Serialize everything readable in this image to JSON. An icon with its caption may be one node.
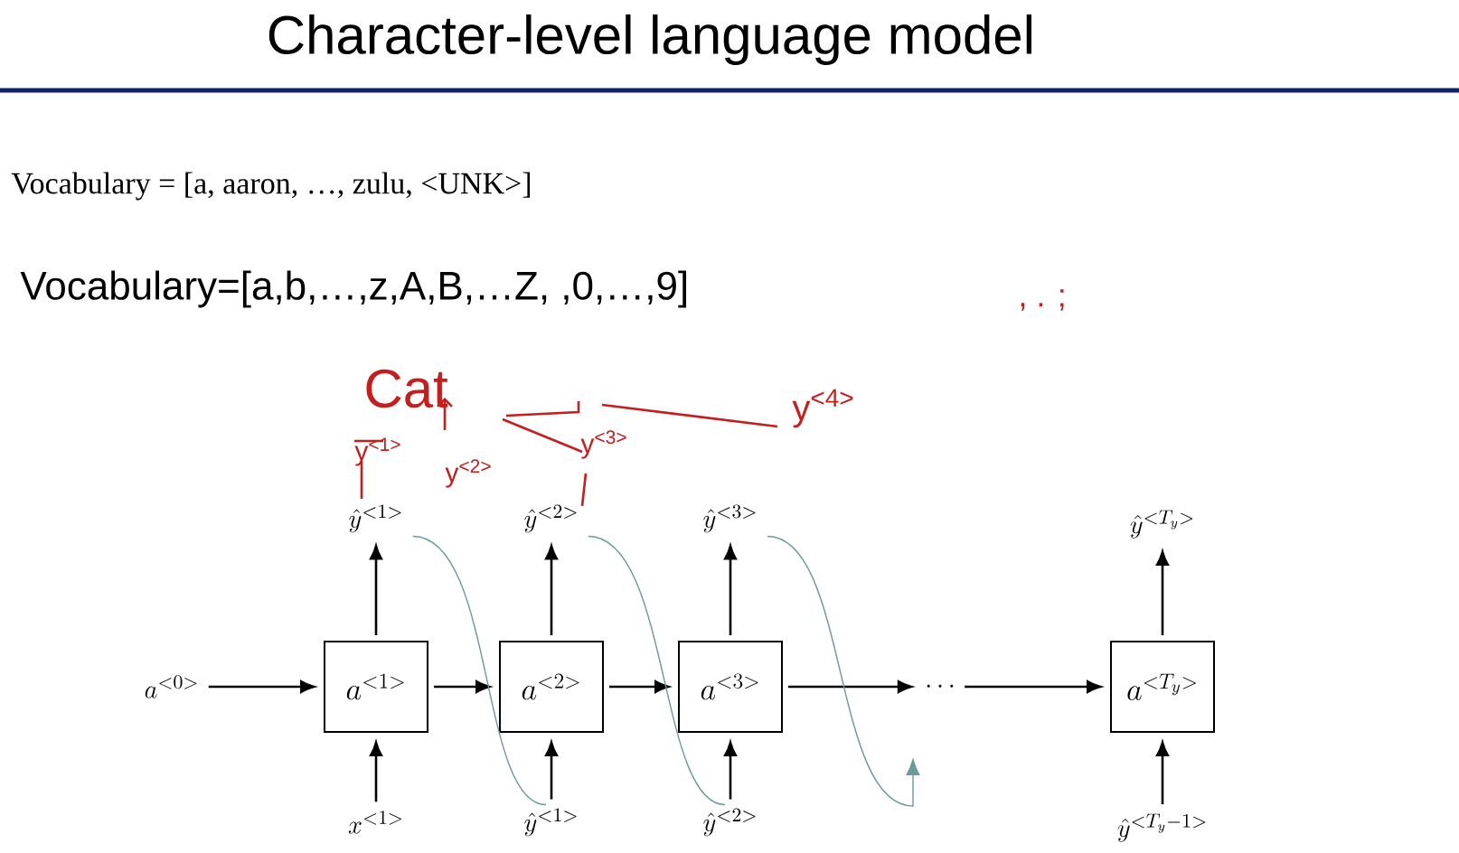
{
  "diagram": {
    "title": "Character-level language model",
    "nodes": [
      {
        "text": [
          "a^{<0>}"
        ]
      },
      {
        "text": [
          "a^{<1>}"
        ]
      },
      {
        "text": [
          "a^{<2>}"
        ]
      },
      {
        "text": [
          "a^{<3>}"
        ]
      },
      {
        "text": [
          "\\cdots"
        ]
      },
      {
        "text": [
          "a^{<T_y>}"
        ]
      },
      {
        "text": [
          "\\hat{y}^{<1>}"
        ]
      },
      {
        "text": [
          "\\hat{y}^{<2>}"
        ]
      },
      {
        "text": [
          "\\hat{y}^{<3>}"
        ]
      },
      {
        "text": [
          "\\hat{y}^{<T_y>}"
        ]
      },
      {
        "text": [
          "x^{<1>}"
        ]
      },
      {
        "text": [
          "\\hat{y}^{<1>}"
        ]
      },
      {
        "text": [
          "\\hat{y}^{<2>}"
        ]
      },
      {
        "text": [
          "\\hat{y}^{<T_y-1>}"
        ]
      }
    ],
    "edges": [
      {
        "from": 0,
        "to": 1,
        "arrow": "to"
      },
      {
        "from": 1,
        "to": 2,
        "arrow": "to"
      },
      {
        "from": 2,
        "to": 3,
        "arrow": "to"
      },
      {
        "from": 3,
        "to": 4,
        "arrow": "to"
      },
      {
        "from": 4,
        "to": 5,
        "arrow": "to"
      },
      {
        "from": 1,
        "to": 6,
        "arrow": "to"
      },
      {
        "from": 2,
        "to": 7,
        "arrow": "to"
      },
      {
        "from": 3,
        "to": 8,
        "arrow": "to"
      },
      {
        "from": 5,
        "to": 9,
        "arrow": "to"
      },
      {
        "from": 10,
        "to": 1,
        "arrow": "to"
      },
      {
        "from": 11,
        "to": 2,
        "arrow": "to"
      },
      {
        "from": 12,
        "to": 3,
        "arrow": "to"
      },
      {
        "from": 13,
        "to": 5,
        "arrow": "to"
      },
      {
        "from": 6,
        "to": 11,
        "arrow": "none",
        "color": "#8a8a8a"
      },
      {
        "from": 7,
        "to": 12,
        "arrow": "none",
        "color": "#8a8a8a"
      },
      {
        "from": 8,
        "to": null,
        "arrow": "to",
        "color": "#8a8a8a"
      }
    ],
    "labels": [
      "Vocabulary = [a, aaron, …, zulu, <UNK>]",
      "Vocabulary=[a,b,…,z,A,B,…Z,  ,0,…,9]",
      ", . ;",
      "Cat",
      "y$^{<1>}$",
      "y$^{<2>}$",
      "y$^{<3>}$",
      "y$^{<4>}$"
    ]
  }
}
